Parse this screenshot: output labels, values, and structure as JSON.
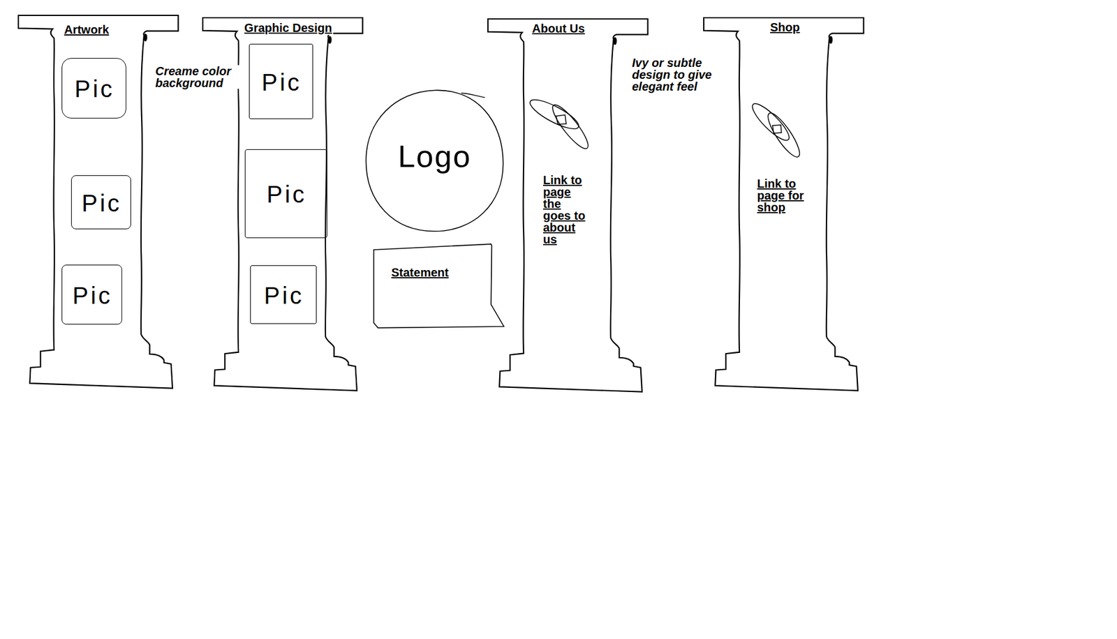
{
  "diagram": {
    "nodes": [
      {
        "text": [
          "Artwork"
        ]
      },
      {
        "text": [
          "Pic"
        ],
        "in": 0
      },
      {
        "text": [
          "Pic"
        ],
        "in": 0
      },
      {
        "text": [
          "Pic"
        ],
        "in": 0
      },
      {
        "text": [
          "Graphic Design"
        ]
      },
      {
        "text": [
          "Pic"
        ],
        "in": 4
      },
      {
        "text": [
          "Pic"
        ],
        "in": 4
      },
      {
        "text": [
          "Pic"
        ],
        "in": 4
      },
      {
        "text": [
          "Logo"
        ]
      },
      {
        "text": [
          "Statement"
        ]
      },
      {
        "text": [
          "About Us",
          "Link to page the goes to about us"
        ]
      },
      {
        "text": [
          "Shop",
          "Link to page for shop"
        ]
      }
    ],
    "labels": [
      "Creame color background",
      "Ivy or subtle design to give elegant feel"
    ]
  }
}
